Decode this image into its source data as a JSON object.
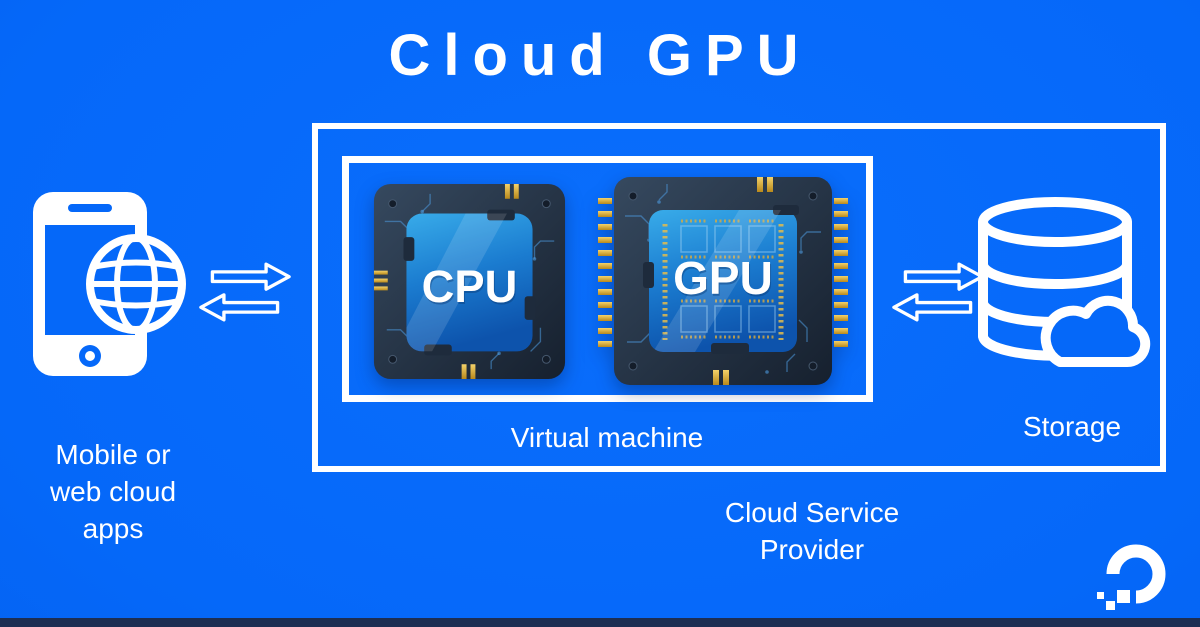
{
  "title": "Cloud GPU",
  "client": {
    "icon": "mobile-web-apps-icon",
    "label_lines": [
      "Mobile or",
      "web cloud",
      "apps"
    ]
  },
  "provider": {
    "label_lines": [
      "Cloud Service",
      "Provider"
    ],
    "virtual_machine": {
      "label": "Virtual machine",
      "chips": [
        {
          "label": "CPU"
        },
        {
          "label": "GPU"
        }
      ]
    }
  },
  "storage": {
    "label": "Storage",
    "icon": "database-cloud-icon"
  },
  "arrows": {
    "left": "bidirectional-arrow-icon",
    "right": "bidirectional-arrow-icon"
  },
  "brand": {
    "logo": "digitalocean-logo"
  },
  "colors": {
    "background": "#0568F9",
    "background_edge": "#0355D9",
    "text": "#FFFFFF",
    "footer_bar": "#1D2E52",
    "chip_body": "#24354A",
    "die_blue_top": "#38ABE9",
    "die_blue_bottom": "#0D53AC",
    "gold": "#D9AC3F"
  }
}
